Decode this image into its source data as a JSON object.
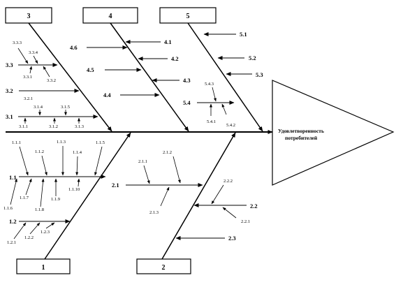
{
  "colors": {
    "ink": "#000000",
    "paper": "#ffffff"
  },
  "effect": [
    "Удовлетворенность",
    "потребителей"
  ],
  "categories": {
    "c1": "1",
    "c2": "2",
    "c3": "3",
    "c4": "4",
    "c5": "5"
  },
  "causes": {
    "n1_1": "1.1",
    "n1_2": "1.2",
    "n2_1": "2.1",
    "n2_2": "2.2",
    "n2_3": "2.3",
    "n3_1": "3.1",
    "n3_2": "3.2",
    "n3_3": "3.3",
    "n4_1": "4.1",
    "n4_2": "4.2",
    "n4_3": "4.3",
    "n4_4": "4.4",
    "n4_5": "4.5",
    "n4_6": "4.6",
    "n5_1": "5.1",
    "n5_2": "5.2",
    "n5_3": "5.3",
    "n5_4": "5.4"
  },
  "subcauses": {
    "s1_1_1": "1.1.1",
    "s1_1_2": "1.1.2",
    "s1_1_3": "1.1.3",
    "s1_1_4": "1.1.4",
    "s1_1_5": "1.1.5",
    "s1_1_6": "1.1.6",
    "s1_1_7": "1.1.7",
    "s1_1_8": "1.1.8",
    "s1_1_9": "1.1.9",
    "s1_1_10": "1.1.10",
    "s1_2_1": "1.2.1",
    "s1_2_2": "1.2.2",
    "s1_2_3": "1.2.3",
    "s2_1_1": "2.1.1",
    "s2_1_2": "2.1.2",
    "s2_1_3": "2.1.3",
    "s2_2_1": "2.2.1",
    "s2_2_2": "2.2.2",
    "s3_1_1": "3.1.1",
    "s3_1_2": "3.1.2",
    "s3_1_3": "3.1.3",
    "s3_1_4": "3.1.4",
    "s3_1_5": "3.1.5",
    "s3_2_1": "3.2.1",
    "s3_3_1": "3.3.1",
    "s3_3_2": "3.3.2",
    "s3_3_3": "3.3.3",
    "s3_3_4": "3.3.4",
    "s5_4_1": "5.4.1",
    "s5_4_2": "5.4.2",
    "s5_4_3": "5.4.3"
  }
}
